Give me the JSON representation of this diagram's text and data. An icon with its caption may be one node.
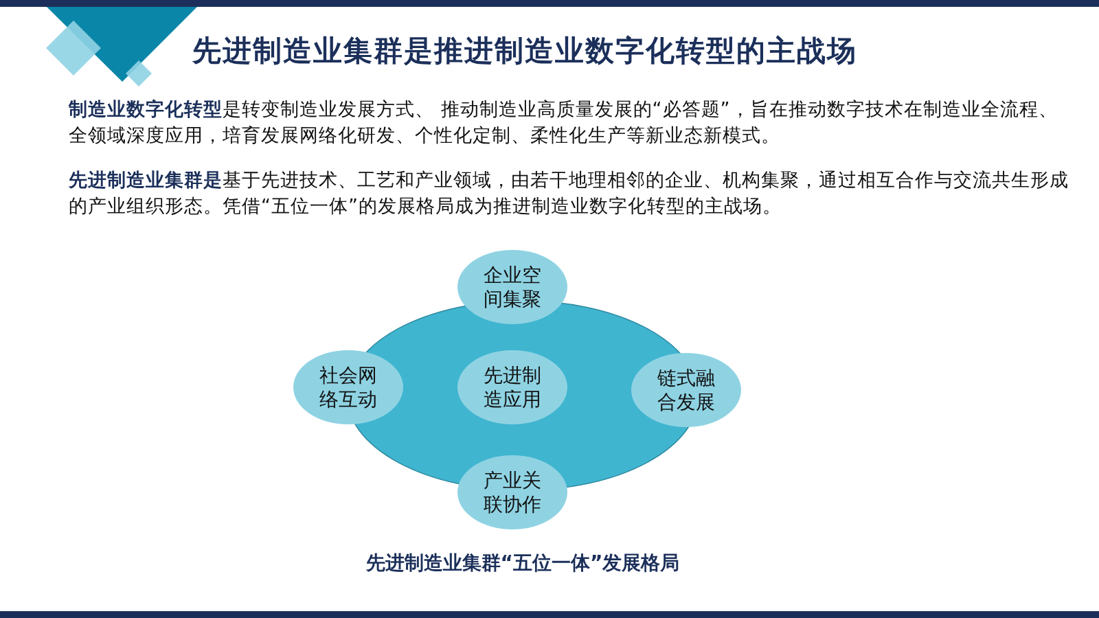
{
  "diagram": {
    "title": "先进制造业集群是推进制造业数字化转型的主战场",
    "caption": "先进制造业集群“五位一体”发展格局",
    "nodes": [
      {
        "text": [],
        "shape": "ellipse"
      },
      {
        "text": [
          "企业空间集聚"
        ]
      },
      {
        "text": [
          "社会网络互动"
        ]
      },
      {
        "text": [
          "先进制造应用"
        ],
        "in": 0
      },
      {
        "text": [
          "链式融合发展"
        ]
      },
      {
        "text": [
          "产业关联协作"
        ]
      }
    ],
    "labels": [
      "**制造业数字化转型**是转变制造业发展方式、 推动制造业高质量发展的“必答题”，旨在推动数字技术在制造业全流程、全领域深度应用，培育发展网络化研发、个性化定制、柔性化生产等新业态新模式。",
      "**先进制造业集群是**基于先进技术、工艺和产业领域，由若干地理相邻的企业、机构集聚，通过相互合作与交流共生形成的产业组织形态。凭借“五位一体”的发展格局成为推进制造业数字化转型的主战场。"
    ]
  }
}
